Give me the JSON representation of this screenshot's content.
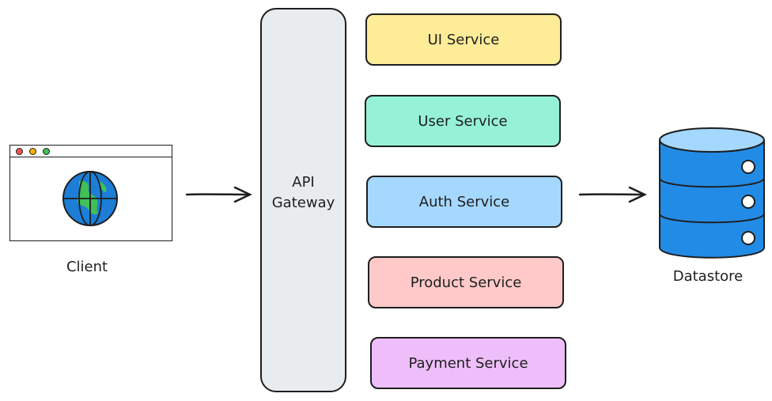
{
  "client": {
    "label": "Client"
  },
  "gateway": {
    "label_line1": "API",
    "label_line2": "Gateway"
  },
  "services": [
    {
      "label": "UI Service",
      "color": "#ffec99"
    },
    {
      "label": "User Service",
      "color": "#96f2d7"
    },
    {
      "label": "Auth Service",
      "color": "#a5d8ff"
    },
    {
      "label": "Product Service",
      "color": "#ffc9c9"
    },
    {
      "label": "Payment Service",
      "color": "#eebefa"
    }
  ],
  "datastore": {
    "label": "Datastore",
    "color": "#228be6"
  },
  "colors": {
    "gateway_fill": "#e9ecef",
    "stroke": "#1e1e1e",
    "globe_ocean": "#1c7ed6",
    "globe_land": "#40c057",
    "dot_red": "#fa5252",
    "dot_yellow": "#fab005",
    "dot_green": "#40c057"
  }
}
